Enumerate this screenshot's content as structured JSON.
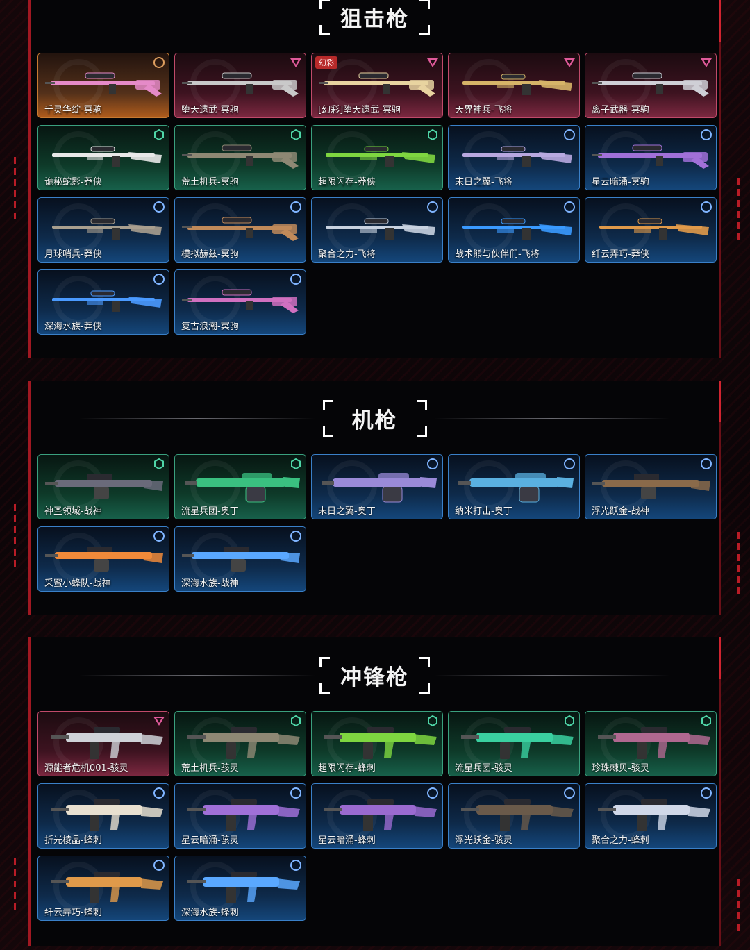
{
  "colors": {
    "background": "#0a0608",
    "panel": "#050507",
    "accent_red": "#b81c26",
    "tier_gold": "#c77a32",
    "tier_red": "#c04a6a",
    "tier_green": "#3aa07e",
    "tier_blue": "#3a80c8"
  },
  "sections": [
    {
      "title": "狙击枪",
      "items": [
        {
          "name": "千灵华绽-冥驹",
          "tier": "gold",
          "badge": "ring-icon",
          "gun": "sniper",
          "accent": "#e58ac8"
        },
        {
          "name": "堕天遗武-冥驹",
          "tier": "red",
          "badge": "triangle-icon",
          "gun": "sniper",
          "accent": "#c9c9c9"
        },
        {
          "name": "[幻彩]堕天遗武-冥驹",
          "tier": "red",
          "badge": "triangle-icon",
          "gun": "sniper",
          "accent": "#e8d3a0",
          "tag": "幻彩"
        },
        {
          "name": "天界神兵-飞将",
          "tier": "red",
          "badge": "triangle-icon",
          "gun": "rifle",
          "accent": "#d6b468"
        },
        {
          "name": "离子武器-冥驹",
          "tier": "red",
          "badge": "triangle-icon",
          "gun": "sniper",
          "accent": "#cfcfd6"
        },
        {
          "name": "诡秘蛇影-莽侠",
          "tier": "green",
          "badge": "hex-icon",
          "gun": "rifle",
          "accent": "#e8e8e8"
        },
        {
          "name": "荒土机兵-冥驹",
          "tier": "green",
          "badge": "hex-icon",
          "gun": "sniper",
          "accent": "#8e8874"
        },
        {
          "name": "超限闪存-莽侠",
          "tier": "green",
          "badge": "hex-icon",
          "gun": "rifle",
          "accent": "#7ed640"
        },
        {
          "name": "末日之翼-飞将",
          "tier": "blue",
          "badge": "ring-icon",
          "gun": "rifle",
          "accent": "#b8a8e0"
        },
        {
          "name": "星云暗涌-冥驹",
          "tier": "blue",
          "badge": "ring-icon",
          "gun": "sniper",
          "accent": "#a070d8"
        },
        {
          "name": "月球哨兵-莽侠",
          "tier": "blue",
          "badge": "ring-icon",
          "gun": "rifle",
          "accent": "#a89f8f"
        },
        {
          "name": "模拟赫兹-冥驹",
          "tier": "blue",
          "badge": "ring-icon",
          "gun": "sniper",
          "accent": "#c08a5a"
        },
        {
          "name": "聚合之力-飞将",
          "tier": "blue",
          "badge": "ring-icon",
          "gun": "rifle",
          "accent": "#c8d2e0"
        },
        {
          "name": "战术熊与伙伴们-飞将",
          "tier": "blue",
          "badge": "ring-icon",
          "gun": "rifle",
          "accent": "#3a9aff"
        },
        {
          "name": "纤云弄巧-莽侠",
          "tier": "blue",
          "badge": "ring-icon",
          "gun": "rifle",
          "accent": "#e09a4a"
        },
        {
          "name": "深海水族-莽侠",
          "tier": "blue",
          "badge": "ring-icon",
          "gun": "rifle",
          "accent": "#4a9aff"
        },
        {
          "name": "复古浪潮-冥驹",
          "tier": "blue",
          "badge": "ring-icon",
          "gun": "sniper",
          "accent": "#d070c0"
        }
      ]
    },
    {
      "title": "机枪",
      "items": [
        {
          "name": "神圣领域-战神",
          "tier": "green",
          "badge": "hex-icon",
          "gun": "mg",
          "accent": "#6a6a7a"
        },
        {
          "name": "流星兵团-奥丁",
          "tier": "green",
          "badge": "hex-icon",
          "gun": "heavy",
          "accent": "#3ac080"
        },
        {
          "name": "末日之翼-奥丁",
          "tier": "blue",
          "badge": "ring-icon",
          "gun": "heavy",
          "accent": "#9a8ad8"
        },
        {
          "name": "纳米打击-奥丁",
          "tier": "blue",
          "badge": "ring-icon",
          "gun": "heavy",
          "accent": "#5ab0e0"
        },
        {
          "name": "浮光跃金-战神",
          "tier": "blue",
          "badge": "ring-icon",
          "gun": "mg",
          "accent": "#8a6a4a"
        },
        {
          "name": "采蜜小蜂队-战神",
          "tier": "blue",
          "badge": "ring-icon",
          "gun": "mg",
          "accent": "#f08a3a"
        },
        {
          "name": "深海水族-战神",
          "tier": "blue",
          "badge": "ring-icon",
          "gun": "mg",
          "accent": "#5aa8ff"
        }
      ]
    },
    {
      "title": "冲锋枪",
      "items": [
        {
          "name": "源能者危机001-骇灵",
          "tier": "red",
          "badge": "triangle-icon",
          "gun": "smg",
          "accent": "#cfd2d8"
        },
        {
          "name": "荒土机兵-骇灵",
          "tier": "green",
          "badge": "hex-icon",
          "gun": "smg",
          "accent": "#8e8874"
        },
        {
          "name": "超限闪存-蜂刺",
          "tier": "green",
          "badge": "hex-icon",
          "gun": "smg",
          "accent": "#7ed640"
        },
        {
          "name": "流星兵团-骇灵",
          "tier": "green",
          "badge": "hex-icon",
          "gun": "smg",
          "accent": "#3ad0a0"
        },
        {
          "name": "珍珠棘贝-骇灵",
          "tier": "green",
          "badge": "hex-icon",
          "gun": "smg",
          "accent": "#b06890"
        },
        {
          "name": "折光棱晶-蜂刺",
          "tier": "blue",
          "badge": "ring-icon",
          "gun": "smg",
          "accent": "#e8e0d0"
        },
        {
          "name": "星云暗涌-骇灵",
          "tier": "blue",
          "badge": "ring-icon",
          "gun": "smg",
          "accent": "#a070d8"
        },
        {
          "name": "星云暗涌-蜂刺",
          "tier": "blue",
          "badge": "ring-icon",
          "gun": "smg",
          "accent": "#9a6ad0"
        },
        {
          "name": "浮光跃金-骇灵",
          "tier": "blue",
          "badge": "ring-icon",
          "gun": "smg",
          "accent": "#6a5a4a"
        },
        {
          "name": "聚合之力-蜂刺",
          "tier": "blue",
          "badge": "ring-icon",
          "gun": "smg",
          "accent": "#d0d8e8"
        },
        {
          "name": "纤云弄巧-蜂刺",
          "tier": "blue",
          "badge": "ring-icon",
          "gun": "smg",
          "accent": "#e09a4a"
        },
        {
          "name": "深海水族-蜂刺",
          "tier": "blue",
          "badge": "ring-icon",
          "gun": "smg",
          "accent": "#5aa8ff"
        }
      ]
    }
  ]
}
